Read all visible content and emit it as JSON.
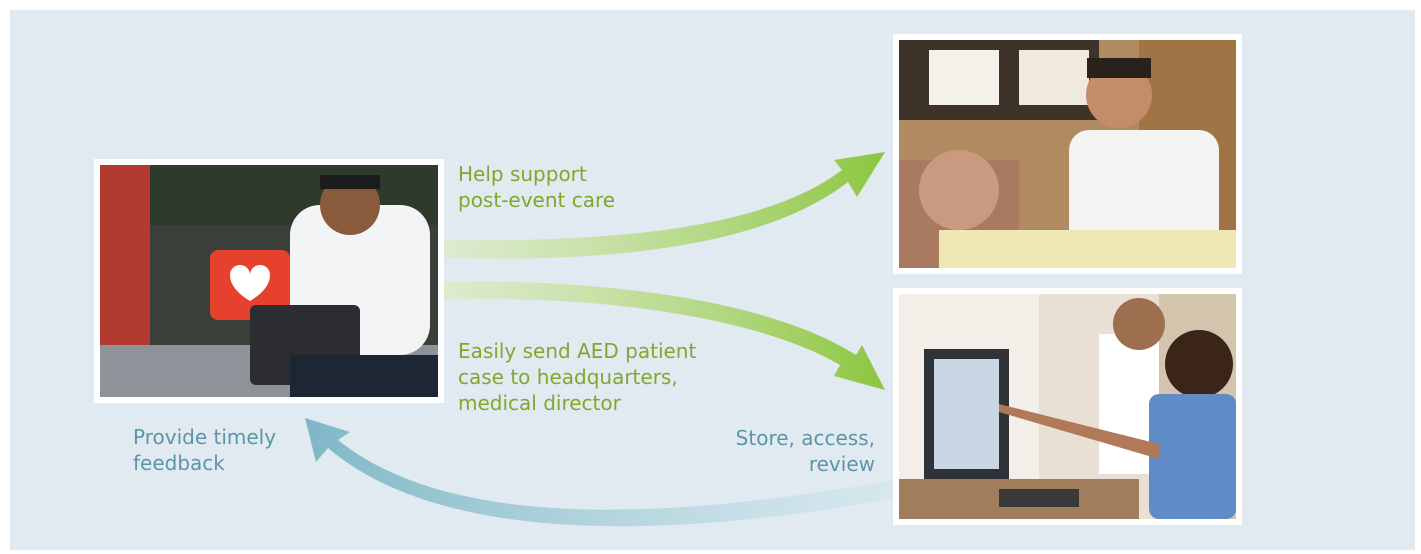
{
  "labels": {
    "support": "Help support\npost-event care",
    "send": "Easily send AED patient\ncase to headquarters,\nmedical director",
    "store": "Store, access,\nreview",
    "feedback": "Provide timely\nfeedback"
  },
  "colors": {
    "background": "#e2eaf1",
    "green_text": "#7fa82d",
    "green_arrow": "#8cc63f",
    "blue_text": "#5b96a8",
    "blue_arrow": "#7fb7c6"
  }
}
